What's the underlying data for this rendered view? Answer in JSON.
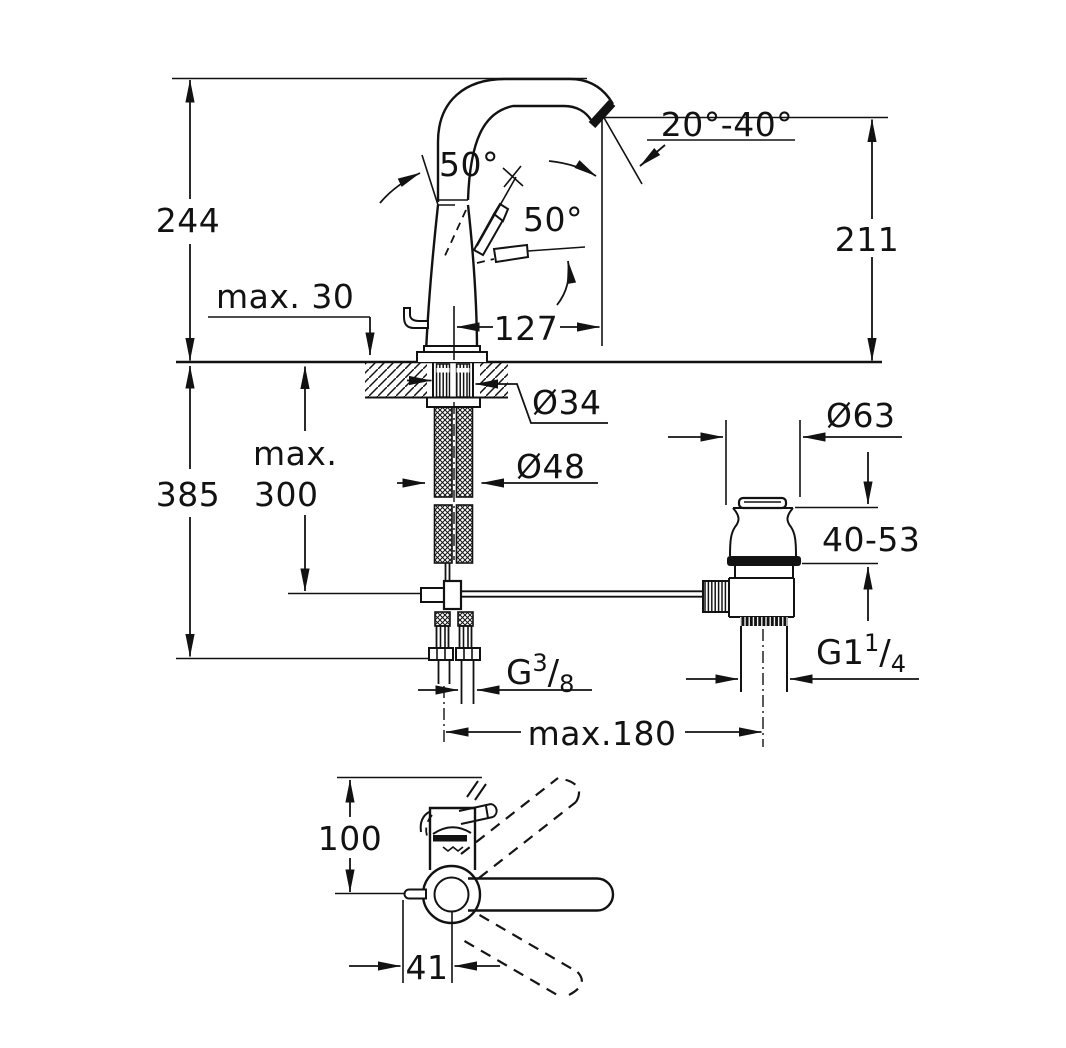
{
  "drawing": {
    "side_view": {
      "overall_height": "244",
      "max_deck_thickness": "max. 30",
      "handle_angle_open": "50°",
      "handle_angle_travel": "50°",
      "spout_tip_angle_range": "20°-40°",
      "spout_outlet_height": "211",
      "spout_reach": "127"
    },
    "below_deck": {
      "total_below_depth": "385",
      "hose_length_line1": "max.",
      "hose_length_line2": "300",
      "shank_diameter": "Ø34",
      "hole_diameter": "Ø48",
      "supply_thread": {
        "base": "G",
        "sup": "3",
        "slash": "/",
        "sub": "8"
      },
      "rod_reach": "max.180"
    },
    "drain": {
      "flange_diameter": "Ø63",
      "clamping_range": "40-53",
      "waste_thread": {
        "base": "G1",
        "sup": "1",
        "slash": "/",
        "sub": "4"
      }
    },
    "plan_view": {
      "body_depth": "100",
      "rod_offset": "41"
    }
  }
}
